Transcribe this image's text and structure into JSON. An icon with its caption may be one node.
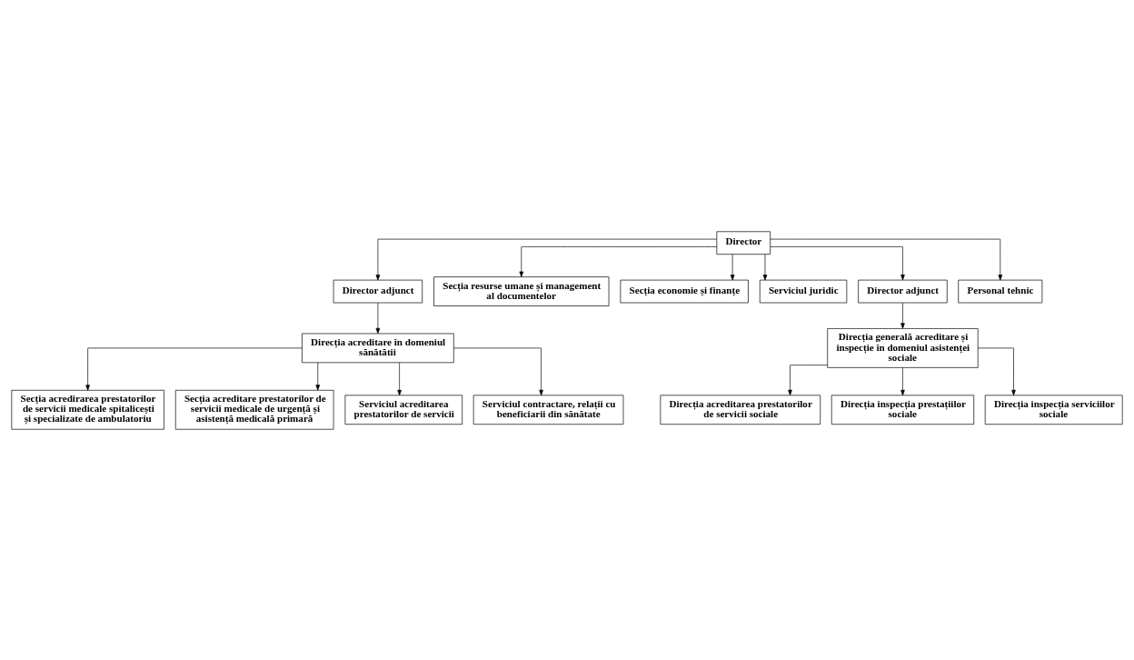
{
  "diagram": {
    "nodes": [
      {
        "text": [
          "Director"
        ]
      },
      {
        "text": [
          "Director adjunct"
        ]
      },
      {
        "text": [
          "Secția resurse umane și management al documentelor"
        ]
      },
      {
        "text": [
          "Secția economie și finanțe"
        ]
      },
      {
        "text": [
          "Serviciul juridic"
        ]
      },
      {
        "text": [
          "Director adjunct"
        ]
      },
      {
        "text": [
          "Direcția acreditare în domeniul sănătătii"
        ]
      },
      {
        "text": [
          "Direcția generală acreditare și inspecție în domeniul asistenței sociale"
        ]
      },
      {
        "text": [
          "Secția acredirarea prestatorilor de servicii medicale spitalicești și specializate de ambulatoriu"
        ]
      },
      {
        "text": [
          "Secția acreditare prestatorilor de servicii medicale de urgență și asistență medicală primară"
        ]
      },
      {
        "text": [
          "Serviciul acreditarea prestatorilor de servicii"
        ]
      },
      {
        "text": [
          "Serviciul contractare, relații cu beneficiarii din sănătate"
        ]
      },
      {
        "text": [
          "Direcția acreditarea prestatorilor de servicii sociale"
        ]
      },
      {
        "text": [
          "Direcția inspecția prestațiilor sociale"
        ]
      },
      {
        "text": [
          "Direcția inspecția serviciilor sociale"
        ]
      },
      {
        "text": [
          "Personal tehnic"
        ]
      }
    ],
    "edges": [
      {
        "from": 0,
        "to": 1,
        "arrow": "to"
      },
      {
        "from": 0,
        "to": 2,
        "arrow": "to"
      },
      {
        "from": 0,
        "to": 3,
        "arrow": "to"
      },
      {
        "from": 0,
        "to": 4,
        "arrow": "to"
      },
      {
        "from": 0,
        "to": 5,
        "arrow": "to"
      },
      {
        "from": 1,
        "to": 6,
        "arrow": "to"
      },
      {
        "from": 5,
        "to": 7,
        "arrow": "to"
      },
      {
        "from": 6,
        "to": 8,
        "arrow": "to"
      },
      {
        "from": 6,
        "to": 9,
        "arrow": "to"
      },
      {
        "from": 6,
        "to": 10,
        "arrow": "to"
      },
      {
        "from": 6,
        "to": 11,
        "arrow": "to"
      },
      {
        "from": 7,
        "to": 12,
        "arrow": "to"
      },
      {
        "from": 7,
        "to": 13,
        "arrow": "to"
      },
      {
        "from": 7,
        "to": 14,
        "arrow": "to"
      },
      {
        "from": 0,
        "to": 15,
        "arrow": "to"
      }
    ]
  }
}
